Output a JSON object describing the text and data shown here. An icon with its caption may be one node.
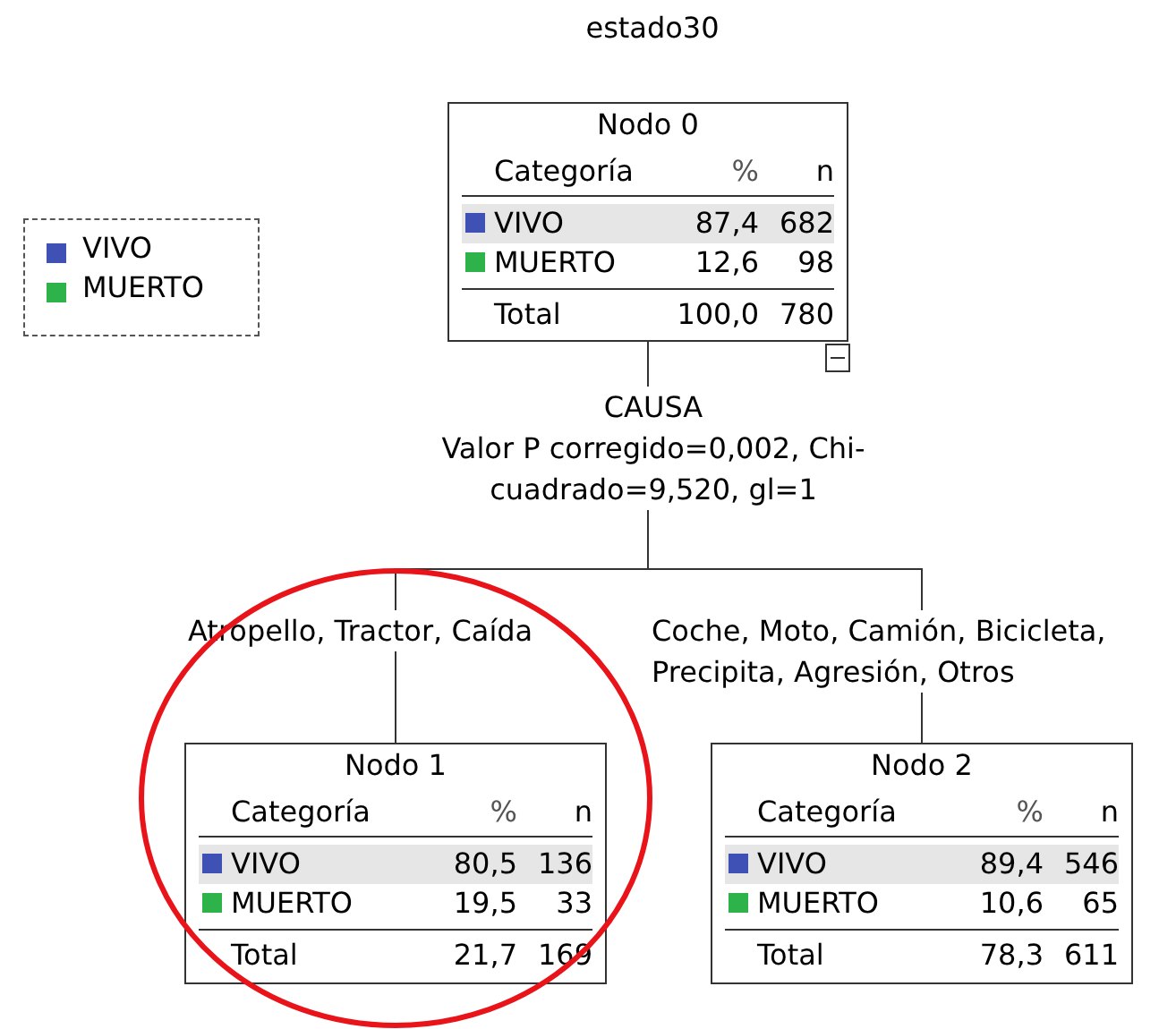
{
  "diagram": {
    "title": "estado30",
    "nodes": [
      {
        "text": [
          "Nodo 0",
          "Categoría",
          "%",
          "n",
          "VIVO",
          "87,4",
          "682",
          "MUERTO",
          "12,6",
          "98",
          "Total",
          "100,0",
          "780"
        ]
      },
      {
        "text": [
          "Nodo 1",
          "Categoría",
          "%",
          "n",
          "VIVO",
          "80,5",
          "136",
          "MUERTO",
          "19,5",
          "33",
          "Total",
          "21,7",
          "169"
        ]
      },
      {
        "text": [
          "Nodo 2",
          "Categoría",
          "%",
          "n",
          "VIVO",
          "89,4",
          "546",
          "MUERTO",
          "10,6",
          "65",
          "Total",
          "78,3",
          "611"
        ]
      }
    ],
    "edges": [
      {
        "from": 0,
        "to": 1,
        "arrow": "none",
        "label": "Atropello, Tractor, Caída"
      },
      {
        "from": 0,
        "to": 2,
        "arrow": "none",
        "label": "Coche, Moto, Camión, Bicicleta, Precipita, Agresión, Otros"
      }
    ],
    "labels": [
      "CAUSA",
      "Valor P corregido=0,002, Chi-cuadrado=9,520, gl=1"
    ],
    "legend": [
      {
        "text": "VIVO",
        "color": "#3f51b5"
      },
      {
        "text": "MUERTO",
        "color": "#2db34a"
      }
    ]
  }
}
